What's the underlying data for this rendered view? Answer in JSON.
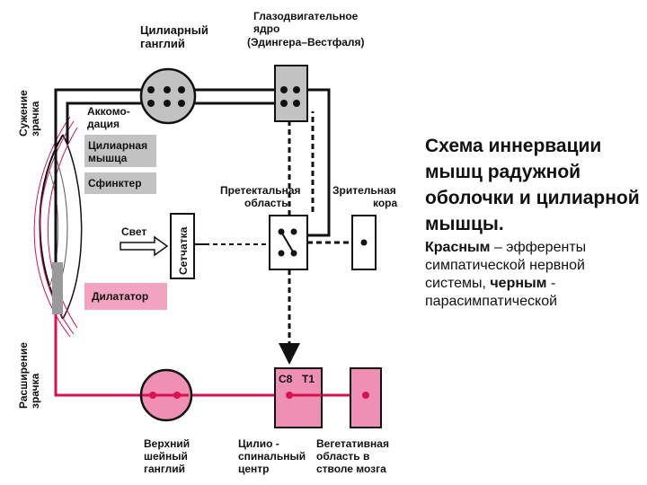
{
  "labels": {
    "ciliary_ganglion": [
      "Цилиарный",
      "ганглий"
    ],
    "oculomotor_nucleus": [
      "Глазодвигательное",
      "ядро",
      "(Эдингера–Вестфаля)"
    ],
    "constriction": [
      "Сужение",
      "зрачка"
    ],
    "accommodation": [
      "Аккомо-",
      "дация"
    ],
    "ciliary_muscle": [
      "Цилиарная",
      "мышца"
    ],
    "sphincter": "Сфинктер",
    "pretectal_area": [
      "Претектальная",
      "область"
    ],
    "visual_cortex": [
      "Зрительная",
      "кора"
    ],
    "light": "Свет",
    "retina": "Сетчатка",
    "dilator": "Дилататор",
    "dilation": [
      "Расширение",
      "зрачка"
    ],
    "segment_c8": "C8",
    "segment_t1": "T1",
    "superior_cervical_ganglion": [
      "Верхний",
      "шейный",
      "ганглий"
    ],
    "ciliospinal_center": [
      "Цилио -",
      "спинальный",
      "центр"
    ],
    "autonomic_area": [
      "Вегетативная",
      "область в",
      "стволе мозга"
    ]
  },
  "caption": {
    "title": "Схема иннервации мышц радужной оболочки и цилиарной мышцы.",
    "note_red_word": "Красным",
    "note_part1": " – эфференты симпатической нервной системы, ",
    "note_black_word": "черным",
    "note_part2": " - парасимпатической"
  },
  "colors": {
    "sympathetic": "#d8124e",
    "parasympathetic": "#111111",
    "gray_box": "#c2c2c2",
    "pink_box": "#f2a3c0",
    "pink_fill": "#ef8fb3"
  }
}
